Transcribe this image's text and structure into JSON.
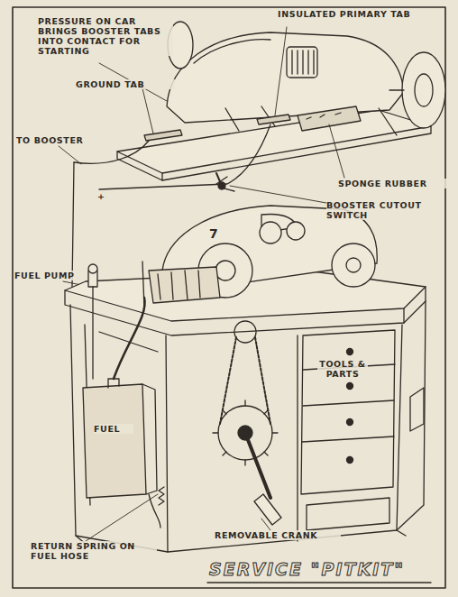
{
  "diagram": {
    "title": "SERVICE \"PITKIT\"",
    "labels": [
      "PRESSURE ON CAR BRINGS BOOSTER TABS INTO CONTACT FOR STARTING",
      "INSULATED PRIMARY TAB",
      "GROUND TAB",
      "TO BOOSTER",
      "SPONGE RUBBER",
      "+",
      "BOOSTER CUTOUT SWITCH",
      "7",
      "FUEL PUMP",
      "TOOLS & PARTS",
      "FUEL",
      "RETURN SPRING ON FUEL HOSE",
      "REMOVABLE CRANK"
    ]
  }
}
